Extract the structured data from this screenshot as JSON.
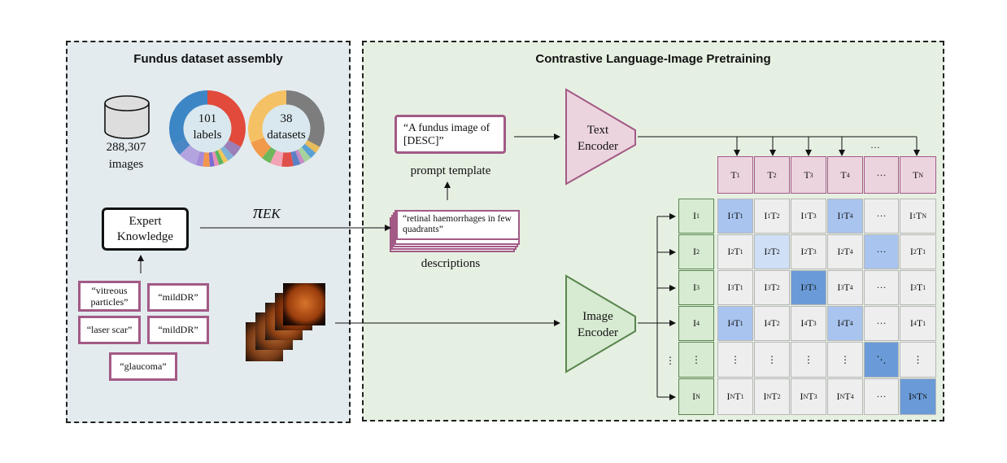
{
  "left_panel": {
    "title": "Fundus dataset assembly",
    "images_count": "288,307",
    "images_label": "images",
    "labels_donut": {
      "value": "101",
      "label": "labels"
    },
    "datasets_donut": {
      "value": "38",
      "label": "datasets"
    },
    "expert": {
      "line1": "Expert",
      "line2": "Knowledge"
    },
    "pi_label": "π",
    "pi_sub": "EK",
    "keywords": [
      "“vitreous particles”",
      "“mildDR”",
      "“laser scar”",
      "“mildDR”",
      "“glaucoma”"
    ]
  },
  "right_panel": {
    "title": "Contrastive Language-Image Pretraining",
    "prompt_text": "“A fundus image of [DESC]”",
    "prompt_label": "prompt template",
    "description_text": "“retinal haemorrhages in few quadrants”",
    "descriptions_label": "descriptions",
    "text_encoder": {
      "line1": "Text",
      "line2": "Encoder"
    },
    "image_encoder": {
      "line1": "Image",
      "line2": "Encoder"
    }
  },
  "matrix": {
    "text_headers": [
      [
        "T",
        "1"
      ],
      [
        "T",
        "2"
      ],
      [
        "T",
        "3"
      ],
      [
        "T",
        "4"
      ],
      [
        "···",
        ""
      ],
      [
        "T",
        "N"
      ]
    ],
    "image_headers": [
      [
        "I",
        "1"
      ],
      [
        "I",
        "2"
      ],
      [
        "I",
        "3"
      ],
      [
        "I",
        "4"
      ],
      [
        "⋮",
        ""
      ],
      [
        "I",
        "N"
      ]
    ],
    "text_arrow_dots": "···",
    "image_arrow_dots": "⋮",
    "rows": [
      [
        [
          "I",
          "1",
          "T",
          "1"
        ],
        [
          "I",
          "1",
          "T",
          "2"
        ],
        [
          "I",
          "1",
          "T",
          "3"
        ],
        [
          "I",
          "1",
          "T",
          "4"
        ],
        [
          "···"
        ],
        [
          "I",
          "1",
          "T",
          "N"
        ]
      ],
      [
        [
          "I",
          "2",
          "T",
          "1"
        ],
        [
          "I",
          "2",
          "T",
          "2"
        ],
        [
          "I",
          "2",
          "T",
          "3"
        ],
        [
          "I",
          "2",
          "T",
          "4"
        ],
        [
          "···"
        ],
        [
          "I",
          "2",
          "T",
          "1"
        ]
      ],
      [
        [
          "I",
          "3",
          "T",
          "1"
        ],
        [
          "I",
          "3",
          "T",
          "2"
        ],
        [
          "I",
          "3",
          "T",
          "3"
        ],
        [
          "I",
          "3",
          "T",
          "4"
        ],
        [
          "···"
        ],
        [
          "I",
          "3",
          "T",
          "1"
        ]
      ],
      [
        [
          "I",
          "4",
          "T",
          "1"
        ],
        [
          "I",
          "4",
          "T",
          "2"
        ],
        [
          "I",
          "4",
          "T",
          "3"
        ],
        [
          "I",
          "4",
          "T",
          "4"
        ],
        [
          "···"
        ],
        [
          "I",
          "4",
          "T",
          "1"
        ]
      ],
      [
        [
          "⋮"
        ],
        [
          "⋮"
        ],
        [
          "⋮"
        ],
        [
          "⋮"
        ],
        [
          "⋱"
        ],
        [
          "⋮"
        ]
      ],
      [
        [
          "I",
          "N",
          "T",
          "1"
        ],
        [
          "I",
          "N",
          "T",
          "2"
        ],
        [
          "I",
          "N",
          "T",
          "3"
        ],
        [
          "I",
          "N",
          "T",
          "4"
        ],
        [
          "···"
        ],
        [
          "I",
          "N",
          "T",
          "N"
        ]
      ]
    ],
    "highlight": [
      [
        1,
        0,
        0,
        1,
        0,
        0
      ],
      [
        0,
        2,
        0,
        0,
        1,
        0
      ],
      [
        0,
        0,
        3,
        0,
        0,
        0
      ],
      [
        1,
        0,
        0,
        1,
        0,
        0
      ],
      [
        0,
        0,
        0,
        0,
        3,
        0
      ],
      [
        0,
        0,
        0,
        0,
        0,
        3
      ]
    ],
    "colors": {
      "default": "#eeeeee",
      "light": "#a9c4ef",
      "pale": "#cfe0f6",
      "dark": "#6a9bd8"
    }
  }
}
